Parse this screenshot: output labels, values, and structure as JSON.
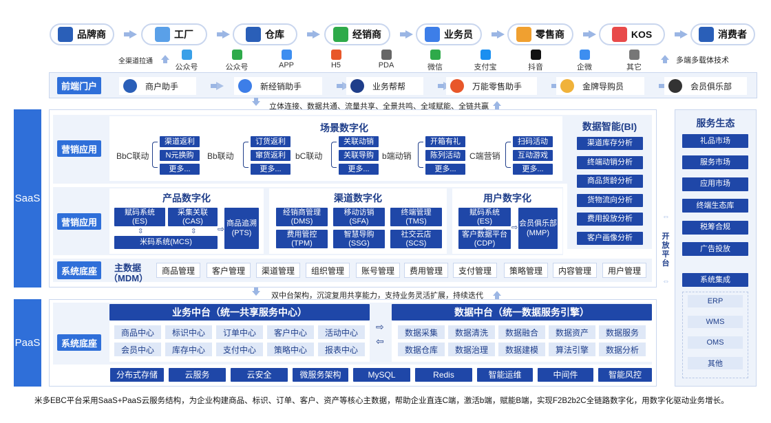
{
  "top_chain": [
    {
      "label": "品牌商",
      "icon": "brand-icon"
    },
    {
      "label": "工厂",
      "icon": "factory-icon"
    },
    {
      "label": "仓库",
      "icon": "warehouse-icon"
    },
    {
      "label": "经销商",
      "icon": "distributor-icon"
    },
    {
      "label": "业务员",
      "icon": "salesman-icon"
    },
    {
      "label": "零售商",
      "icon": "retailer-icon"
    },
    {
      "label": "KOS",
      "icon": "kos-icon"
    },
    {
      "label": "消费者",
      "icon": "consumer-icon"
    }
  ],
  "channels_left": "全渠道拉通",
  "channels_right": "多端多载体技术",
  "channels": [
    {
      "label": "公众号",
      "color": "#3aa0e8",
      "icon": "wechat-mp-icon"
    },
    {
      "label": "公众号",
      "color": "#2eaa4a",
      "icon": "miniprogram-icon"
    },
    {
      "label": "APP",
      "color": "#3d8ef0",
      "icon": "app-icon"
    },
    {
      "label": "H5",
      "color": "#e8572a",
      "icon": "html5-icon"
    },
    {
      "label": "PDA",
      "color": "#666666",
      "icon": "pda-icon"
    },
    {
      "label": "微信",
      "color": "#2eaa4a",
      "icon": "wechat-icon"
    },
    {
      "label": "支付宝",
      "color": "#1a8ff0",
      "icon": "alipay-icon"
    },
    {
      "label": "抖音",
      "color": "#111111",
      "icon": "douyin-icon"
    },
    {
      "label": "企微",
      "color": "#3d8ef0",
      "icon": "wecom-icon"
    },
    {
      "label": "其它",
      "color": "#777777",
      "icon": "other-device-icon"
    }
  ],
  "portal": {
    "label": "前端门户",
    "items": [
      {
        "label": "商户助手",
        "color": "#2a5fb8",
        "icon": "merchant-assistant-icon"
      },
      {
        "label": "新经销助手",
        "color": "#3d7ee8",
        "icon": "new-distribution-icon"
      },
      {
        "label": "业务帮帮",
        "color": "#1f3e8a",
        "icon": "business-helper-icon"
      },
      {
        "label": "万能零售助手",
        "color": "#e8572a",
        "icon": "retail-assistant-icon"
      },
      {
        "label": "金牌导购员",
        "color": "#f0b23a",
        "icon": "gold-guide-icon"
      },
      {
        "label": "会员俱乐部",
        "color": "#333333",
        "icon": "member-club-icon"
      }
    ]
  },
  "connect_text": "立体连接、数据共通、流量共享、全景共鸣、全域赋能、全链共赢",
  "saas": {
    "label": "SaaS",
    "marketing_label": "营销应用",
    "marketing_label2": "营销应用",
    "system_label": "系统底座",
    "scene": {
      "title": "场景数字化",
      "groups": [
        {
          "name": "BbC联动",
          "items": [
            "渠道返利",
            "N元换购",
            "更多..."
          ]
        },
        {
          "name": "Bb联动",
          "items": [
            "订货返利",
            "窜货返利",
            "更多..."
          ]
        },
        {
          "name": "bC联动",
          "items": [
            "关联动销",
            "关联导购",
            "更多..."
          ]
        },
        {
          "name": "b端动销",
          "items": [
            "开箱有礼",
            "陈列活动",
            "更多..."
          ]
        },
        {
          "name": "C端营销",
          "items": [
            "扫码活动",
            "互动游戏",
            "更多..."
          ]
        }
      ]
    },
    "bi": {
      "title": "数据智能(BI)",
      "items": [
        "渠道库存分析",
        "终端动销分析",
        "商品货龄分析",
        "货物流向分析",
        "费用投放分析",
        "客户画像分析"
      ]
    },
    "product": {
      "title": "产品数字化",
      "code": "赋码系统\n(ES)",
      "collect": "采集关联\n(CAS)",
      "mcs": "米码系统(MCS)",
      "trace": "商品追溯\n(PTS)"
    },
    "channel": {
      "title": "渠道数字化",
      "items": [
        "经销商管理\n(DMS)",
        "移动访销\n(SFA)",
        "终端管理\n(TMS)",
        "费用管控\n(TPM)",
        "智慧导购\n(SSG)",
        "社交云店\n(SCS)"
      ]
    },
    "user": {
      "title": "用户数字化",
      "code": "赋码系统\n(ES)",
      "cdp": "客户数据平台\n(CDP)",
      "mmp": "会员俱乐部\n(MMP)"
    },
    "mdm": {
      "title": "主数据",
      "sub": "（MDM）",
      "items": [
        "商品管理",
        "客户管理",
        "渠道管理",
        "组织管理",
        "账号管理",
        "费用管理",
        "支付管理",
        "策略管理",
        "内容管理",
        "用户管理"
      ]
    }
  },
  "open_platform": "开放平台",
  "ecosystem": {
    "title": "服务生态",
    "items": [
      "礼品市场",
      "服务市场",
      "应用市场",
      "终端生态库",
      "税筹合规",
      "广告投放"
    ],
    "integration": "系统集成",
    "systems": [
      "ERP",
      "WMS",
      "OMS",
      "其他"
    ]
  },
  "mid_text": "双中台架构，沉淀复用共享能力，支持业务灵活扩展，持续迭代",
  "paas": {
    "label": "PaaS",
    "system_label": "系统底座",
    "biz": {
      "title": "业务中台（统一共享服务中心）",
      "items": [
        "商品中心",
        "标识中心",
        "订单中心",
        "客户中心",
        "活动中心",
        "会员中心",
        "库存中心",
        "支付中心",
        "策略中心",
        "报表中心"
      ]
    },
    "data": {
      "title": "数据中台（统一数据服务引擎）",
      "items": [
        "数据采集",
        "数据清洗",
        "数据融合",
        "数据资产",
        "数据服务",
        "数据仓库",
        "数据治理",
        "数据建模",
        "算法引擎",
        "数据分析"
      ]
    },
    "infra": [
      "分布式存储",
      "云服务",
      "云安全",
      "微服务架构",
      "MySQL",
      "Redis",
      "智能运维",
      "中间件",
      "智能风控"
    ]
  },
  "footer": "米多EBC平台采用SaaS+PaaS云服务结构，为企业构建商品、标识、订单、客户、资产等核心主数据，帮助企业直连C端，激活b端，赋能B端，实现F2B2b2C全链路数字化，用数字化驱动业务增长。"
}
